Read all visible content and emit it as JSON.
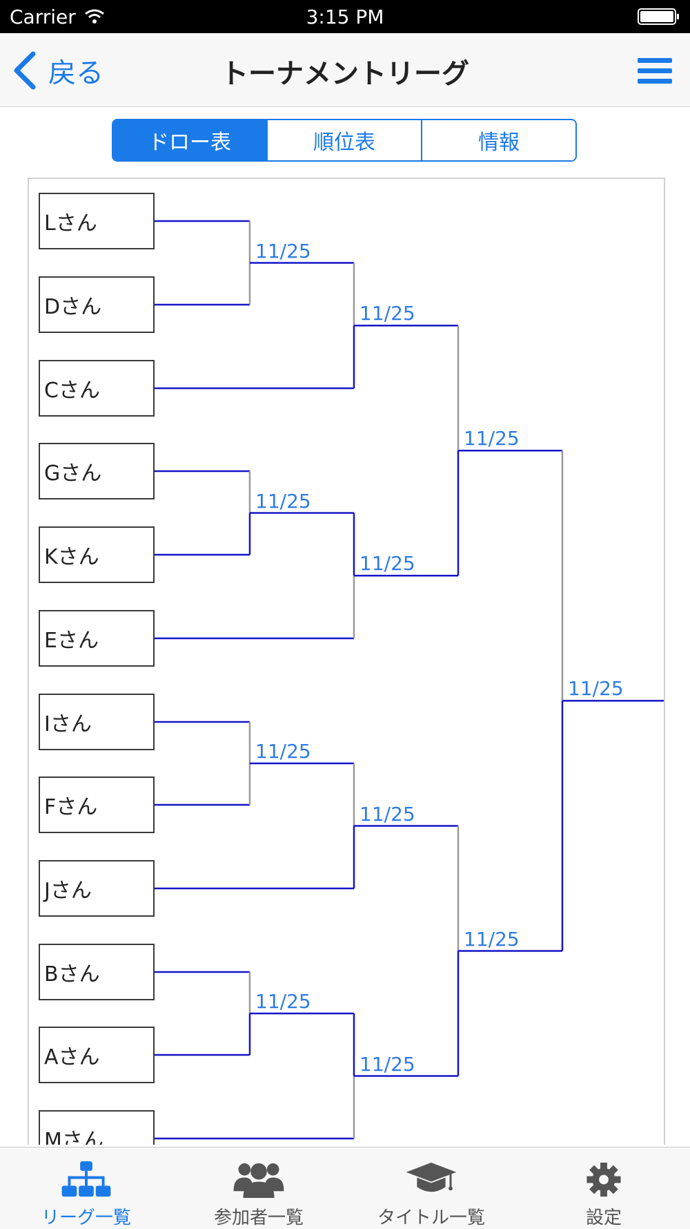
{
  "status_bar": {
    "carrier": "Carrier",
    "time": "3:15 PM"
  },
  "nav": {
    "back_label": "戻る",
    "title": "トーナメントリーグ"
  },
  "segments": [
    {
      "label": "ドロー表",
      "active": true
    },
    {
      "label": "順位表",
      "active": false
    },
    {
      "label": "情報",
      "active": false
    }
  ],
  "bracket": {
    "players": [
      "Lさん",
      "Dさん",
      "Cさん",
      "Gさん",
      "Kさん",
      "Eさん",
      "Iさん",
      "Fさん",
      "Jさん",
      "Bさん",
      "Aさん",
      "Mさん"
    ],
    "match_dates": {
      "round1": [
        "11/25",
        "11/25",
        "11/25",
        "11/25"
      ],
      "round2": [
        "11/25",
        "11/25",
        "11/25",
        "11/25"
      ],
      "semifinal": [
        "11/25",
        "11/25"
      ],
      "final": "11/25"
    }
  },
  "tabs": [
    {
      "label": "リーグ一覧",
      "icon": "hierarchy-icon",
      "active": true
    },
    {
      "label": "参加者一覧",
      "icon": "people-icon",
      "active": false
    },
    {
      "label": "タイトル一覧",
      "icon": "graduation-cap-icon",
      "active": false
    },
    {
      "label": "設定",
      "icon": "gear-icon",
      "active": false
    }
  ],
  "colors": {
    "accent": "#1a7ae8",
    "bracket_line": "#1515c8",
    "bracket_line_inactive": "#999999",
    "date_text": "#2e7be6"
  }
}
